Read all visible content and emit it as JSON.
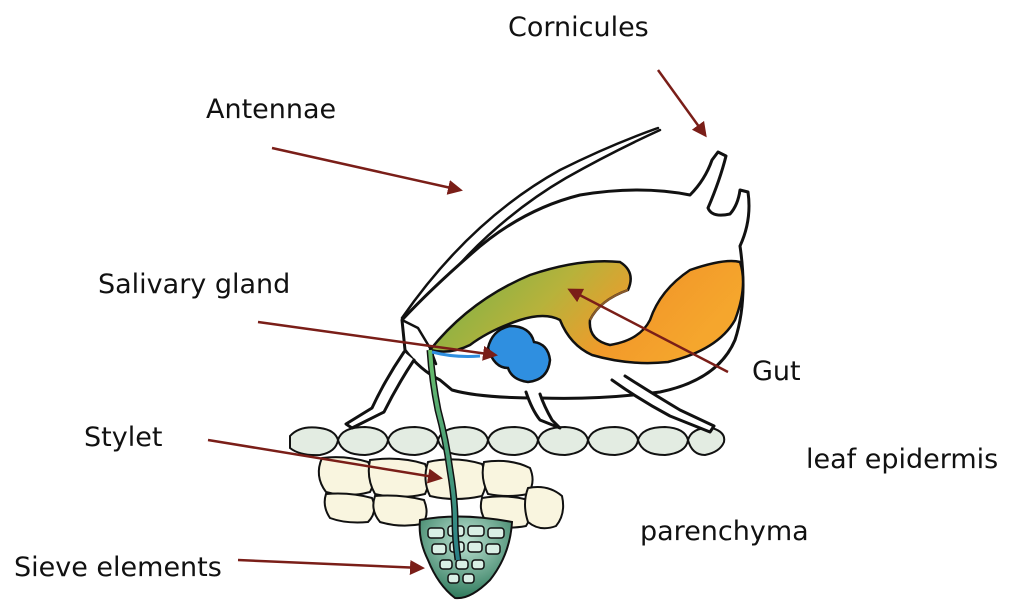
{
  "labels": {
    "cornicules": "Cornicules",
    "antennae": "Antennae",
    "salivary_gland": "Salivary gland",
    "gut": "Gut",
    "stylet": "Stylet",
    "leaf_epidermis": "leaf epidermis",
    "parenchyma": "parenchyma",
    "sieve_elements": "Sieve elements"
  },
  "colors": {
    "arrow": "#7a1e18",
    "outline": "#111111",
    "salivary_gland": "#2f8fe0",
    "gut_green": "#7ab54a",
    "gut_orange": "#f39a2a",
    "stylet": "#3a8f86",
    "epidermis_cell": "#e2ece0",
    "parenchyma_cell": "#f8f4dc",
    "sieve_dark": "#1f5e4a"
  }
}
